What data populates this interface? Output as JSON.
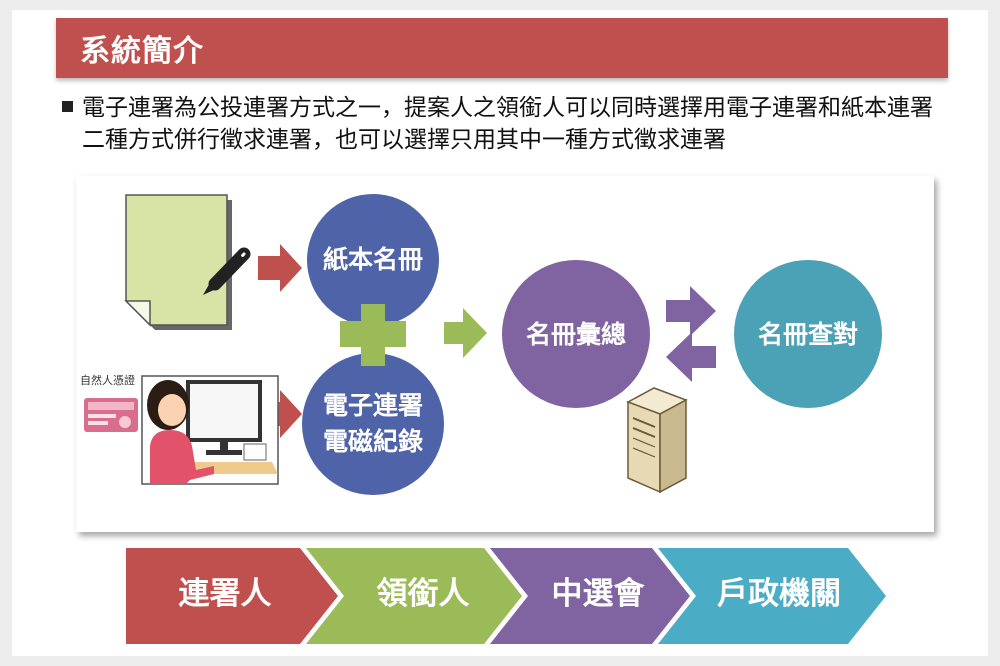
{
  "title": "系統簡介",
  "bullet_text": "電子連署為公投連署方式之一，提案人之領銜人可以同時選擇用電子連署和紙本連署二種方式併行徵求連署，也可以選擇只用其中一種方式徵求連署",
  "diagram": {
    "paper_list": "紙本名冊",
    "e_record_line1": "電子連署",
    "e_record_line2": "電磁紀錄",
    "summary": "名冊彙總",
    "verify": "名冊查對",
    "cert_label": "自然人憑證"
  },
  "flow": [
    "連署人",
    "領銜人",
    "中選會",
    "戶政機關"
  ],
  "colors": {
    "title_bg": "#c0504d",
    "circle_blue": "#4f64a8",
    "circle_purple": "#8064a2",
    "circle_teal": "#4ba1b5",
    "arrow_red": "#c0504d",
    "arrow_green": "#9bbb59",
    "arrow_purple": "#8064a2",
    "chevron_red": "#c0504d",
    "chevron_green": "#9bbb59",
    "chevron_purple": "#8064a2",
    "chevron_teal": "#4bacc6"
  },
  "icons": [
    "paper-form-icon",
    "pen-icon",
    "user-at-computer-icon",
    "citizen-certificate-card-icon",
    "server-icon",
    "plus-icon"
  ]
}
